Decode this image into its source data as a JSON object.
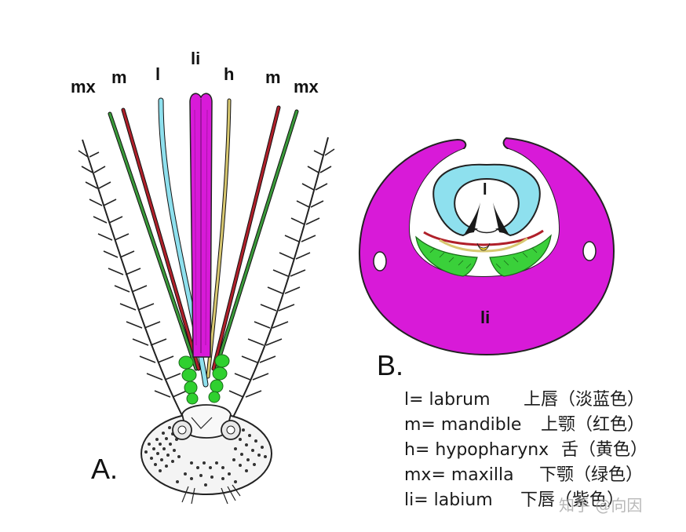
{
  "figure_a": {
    "panel_label": "A.",
    "labels": {
      "mx_left": "mx",
      "m_left": "m",
      "l": "l",
      "li": "li",
      "h": "h",
      "m_right": "m",
      "mx_right": "mx"
    }
  },
  "figure_b": {
    "panel_label": "B.",
    "labrum_label": "l",
    "labium_label": "li"
  },
  "legend": [
    {
      "en": "l= labrum",
      "zh": "上唇（淡蓝色）"
    },
    {
      "en": "m= mandible",
      "zh": "上颚（红色）"
    },
    {
      "en": "h= hypopharynx",
      "zh": "舌（黄色）"
    },
    {
      "en": "mx= maxilla",
      "zh": "下颚（绿色）"
    },
    {
      "en": "li= labium",
      "zh": "下唇（紫色）"
    }
  ],
  "watermark": "知乎 @向因",
  "colors": {
    "labrum": "#8ee0ee",
    "mandible": "#b0202a",
    "hypopharynx": "#d8c870",
    "maxilla": "#3a9a3a",
    "labium": "#d81ad8",
    "green_bright": "#2fd02f"
  }
}
